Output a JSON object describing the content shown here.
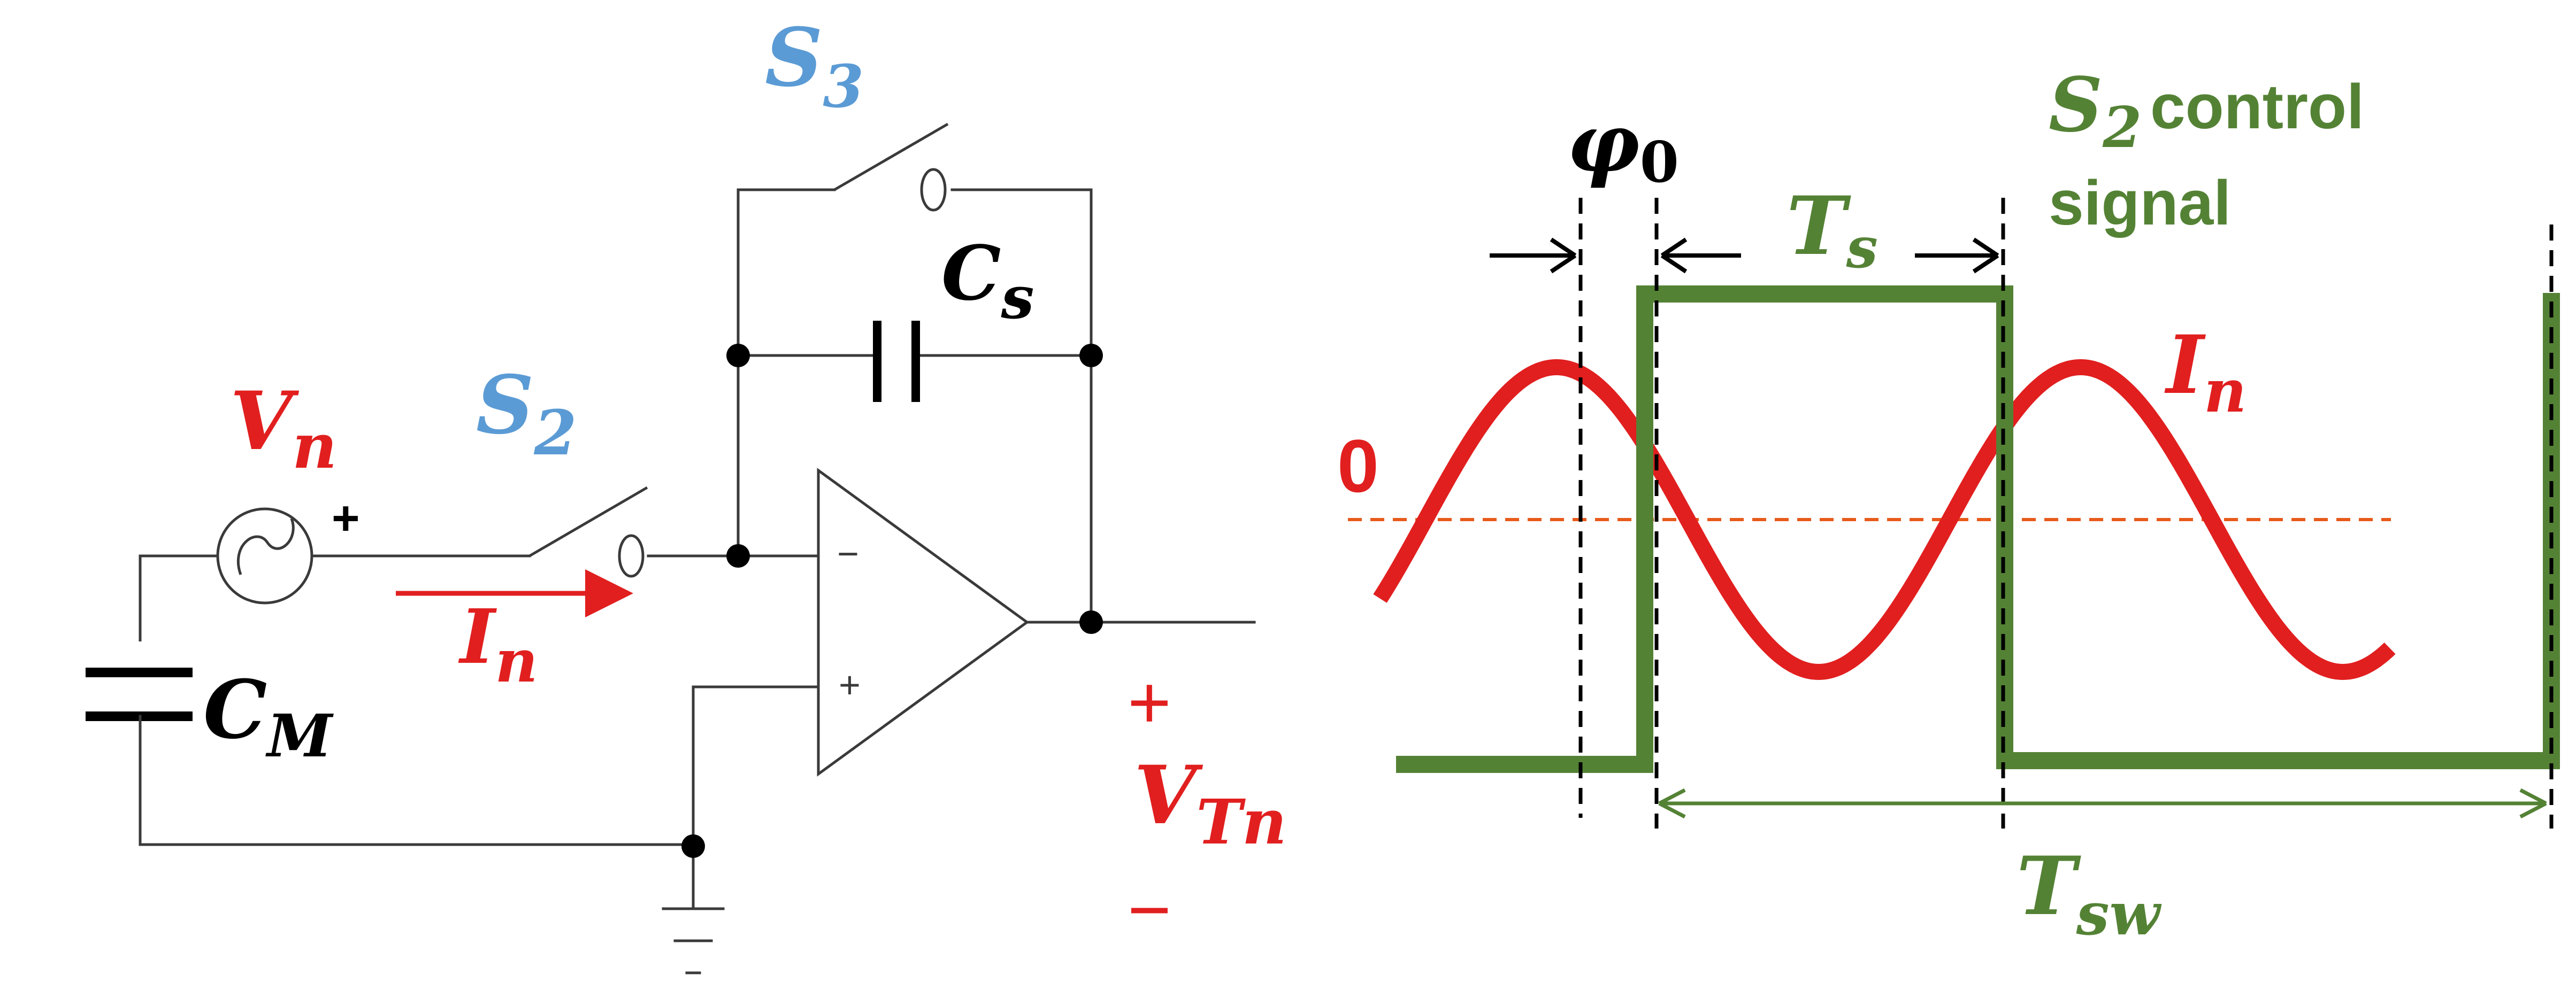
{
  "colors": {
    "wire": "#3a3a3a",
    "red": "#e11f1f",
    "blue": "#5b9bd5",
    "green": "#548235",
    "dashed_axis": "#e85a1a",
    "black": "#000000"
  },
  "circuit": {
    "switch_s3": {
      "base": "S",
      "sub": "3"
    },
    "capacitor_cs": {
      "base": "C",
      "sub": "s"
    },
    "source_vn": {
      "base": "V",
      "sub": "n",
      "polarity": "+"
    },
    "switch_s2": {
      "base": "S",
      "sub": "2"
    },
    "current_in": {
      "base": "I",
      "sub": "n"
    },
    "capacitor_cm": {
      "base": "C",
      "sub": "M"
    },
    "opamp": {
      "inverting": "−",
      "noninverting": "+"
    },
    "output_vtn": {
      "plus": "+",
      "base": "V",
      "sub": "Tn",
      "minus": "−"
    }
  },
  "waveform": {
    "phase": {
      "base": "φ",
      "sub": "0"
    },
    "period_ts": {
      "base": "T",
      "sub": "s"
    },
    "zero_label": "0",
    "current_label": {
      "base": "I",
      "sub": "n"
    },
    "control_label": {
      "base": "S",
      "sub": "2",
      "line1": "control",
      "line2": "signal"
    },
    "period_tsw": {
      "base": "T",
      "sub": "sw"
    }
  }
}
